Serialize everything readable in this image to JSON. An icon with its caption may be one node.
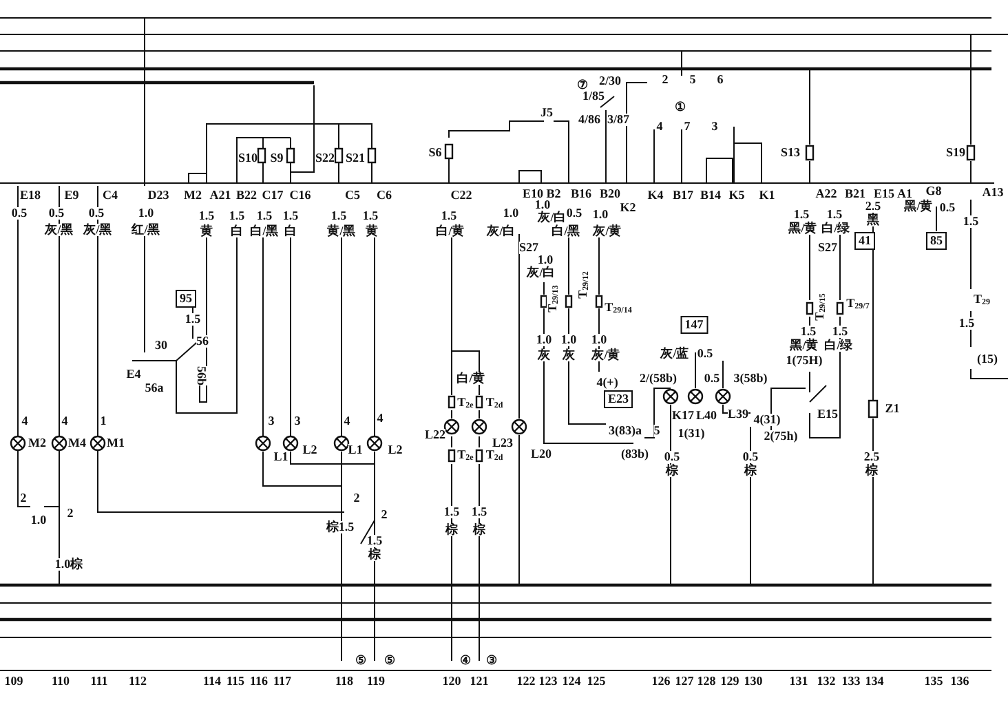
{
  "diagram": {
    "nodes": [
      {
        "text": [
          "95"
        ]
      },
      {
        "text": [
          "147"
        ]
      },
      {
        "text": [
          "41"
        ]
      },
      {
        "text": [
          "85"
        ]
      },
      {
        "text": [
          "E23"
        ]
      }
    ],
    "labels": [
      "S10",
      "S9",
      "S22",
      "S21",
      "S6",
      "⑦",
      "1/85",
      "J5",
      "4/86",
      "3/87",
      "2/30",
      "2",
      "5",
      "6",
      "①",
      "4",
      "7",
      "3",
      "S13",
      "S19",
      "E18",
      "E9",
      "C4",
      "D23",
      "M2",
      "A21",
      "B22",
      "C17",
      "C16",
      "C5",
      "C6",
      "C22",
      "E10",
      "B2",
      "B16",
      "B20",
      "K4",
      "B17",
      "B14",
      "K5",
      "K1",
      "A22",
      "B21",
      "E15",
      "A1",
      "G8",
      "A13",
      "0.5",
      "0.5",
      "0.5",
      "1.0",
      "1.5",
      "1.5",
      "1.5",
      "1.5",
      "1.5",
      "1.5",
      "1.5",
      "1.0",
      "1.0",
      "灰/白",
      "0.5",
      "1.0",
      "K2",
      "1.5",
      "1.5",
      "2.5",
      "黑/黄",
      "0.5",
      "1.5",
      "灰/黑",
      "灰/黑",
      "红/黑",
      "黄",
      "白",
      "白/黑",
      "白",
      "黄/黑",
      "黄",
      "白/黄",
      "灰/白",
      "白/黑",
      "灰/黄",
      "黑/黄",
      "白/绿",
      "黑",
      "S27",
      "1.0",
      "灰/白",
      "S27",
      "1.5",
      "30",
      "56",
      "E4",
      "56a",
      "56b",
      "T$_{29/13}$",
      "T$_{29/12}$",
      "T$_{29/14}$",
      "T$_{29/15}$",
      "T$_{29/7}$",
      "T$_{29}$",
      "1.5",
      "1.0",
      "1.0",
      "1.0",
      "1.5",
      "1.5",
      "灰",
      "灰",
      "灰/黄",
      "灰/蓝",
      "0.5",
      "黑/黄",
      "白/绿",
      "1(75H)",
      "(15)",
      "白/黄",
      "4(+)",
      "2/(58b)",
      "0.5",
      "3(58b)",
      "T$_{2e}$",
      "T$_{2d}$",
      "Z1",
      "K17",
      "L40",
      "L39",
      "E15",
      "4(31)",
      "3(83)a",
      "5",
      "1(31)",
      "2(75h)",
      "L20",
      "(83b)",
      "4",
      "4",
      "1",
      "3",
      "3",
      "4",
      "4",
      "M2",
      "M4",
      "M1",
      "L1",
      "L2",
      "L1",
      "L2",
      "L22",
      "L23",
      "T$_{2e}$",
      "T$_{2d}$",
      "0.5",
      "棕",
      "0.5",
      "棕",
      "2.5",
      "棕",
      "2",
      "2",
      "1.0",
      "2",
      "2",
      "棕1.5",
      "1.5",
      "1.5",
      "棕",
      "棕",
      "1.5",
      "棕",
      "1.0棕",
      "⑤",
      "⑤",
      "④",
      "③",
      "109",
      "110",
      "111",
      "112",
      "114",
      "115",
      "116",
      "117",
      "118",
      "119",
      "120",
      "121",
      "122",
      "123",
      "124",
      "125",
      "126",
      "127",
      "128",
      "129",
      "130",
      "131",
      "132",
      "133",
      "134",
      "135",
      "136"
    ]
  }
}
